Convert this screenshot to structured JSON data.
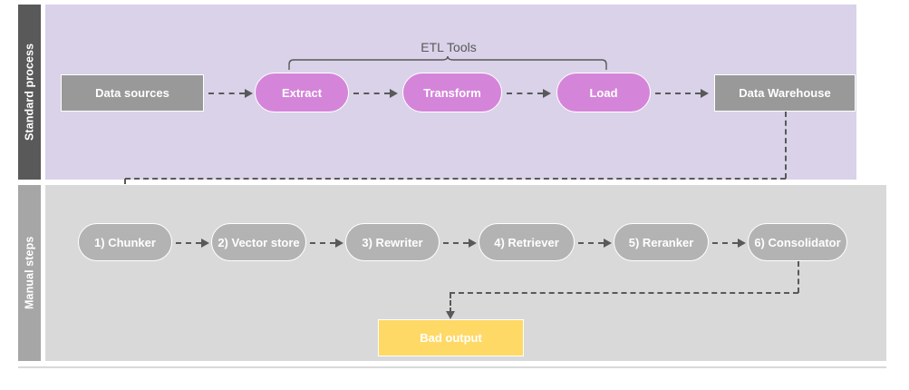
{
  "diagram": {
    "title": "ETL and manual RAG pipeline swimlane diagram",
    "colors": {
      "lane_top_label_bg": "#595959",
      "lane_top_body_bg": "#d9d2e9",
      "lane_bottom_label_bg": "#a6a6a6",
      "lane_bottom_body_bg": "#d9d9d9",
      "grey_box": "#999999",
      "pink_pill": "#d485d9",
      "grey_pill": "#b3b3b3",
      "yellow_box": "#ffd966",
      "connector": "#595959",
      "node_text": "#ffffff",
      "bracket_text": "#595959"
    }
  },
  "lanes": [
    {
      "id": "standard-process",
      "label": "Standard process"
    },
    {
      "id": "manual-steps",
      "label": "Manual steps"
    }
  ],
  "annotations": {
    "etl_bracket_label": "ETL Tools"
  },
  "top_row": {
    "nodes": [
      {
        "id": "data-sources",
        "label": "Data sources",
        "shape": "rectangle"
      },
      {
        "id": "extract",
        "label": "Extract",
        "shape": "pill"
      },
      {
        "id": "transform",
        "label": "Transform",
        "shape": "pill"
      },
      {
        "id": "load",
        "label": "Load",
        "shape": "pill"
      },
      {
        "id": "data-warehouse",
        "label": "Data Warehouse",
        "shape": "rectangle"
      }
    ]
  },
  "bottom_row": {
    "nodes": [
      {
        "id": "chunker",
        "label": "1) Chunker",
        "shape": "pill"
      },
      {
        "id": "vector-store",
        "label": "2) Vector store",
        "shape": "pill"
      },
      {
        "id": "rewriter",
        "label": "3) Rewriter",
        "shape": "pill"
      },
      {
        "id": "retriever",
        "label": "4) Retriever",
        "shape": "pill"
      },
      {
        "id": "reranker",
        "label": "5) Reranker",
        "shape": "pill"
      },
      {
        "id": "consolidator",
        "label": "6) Consolidator",
        "shape": "pill"
      }
    ],
    "output": {
      "id": "bad-output",
      "label": "Bad output",
      "shape": "rectangle"
    }
  }
}
